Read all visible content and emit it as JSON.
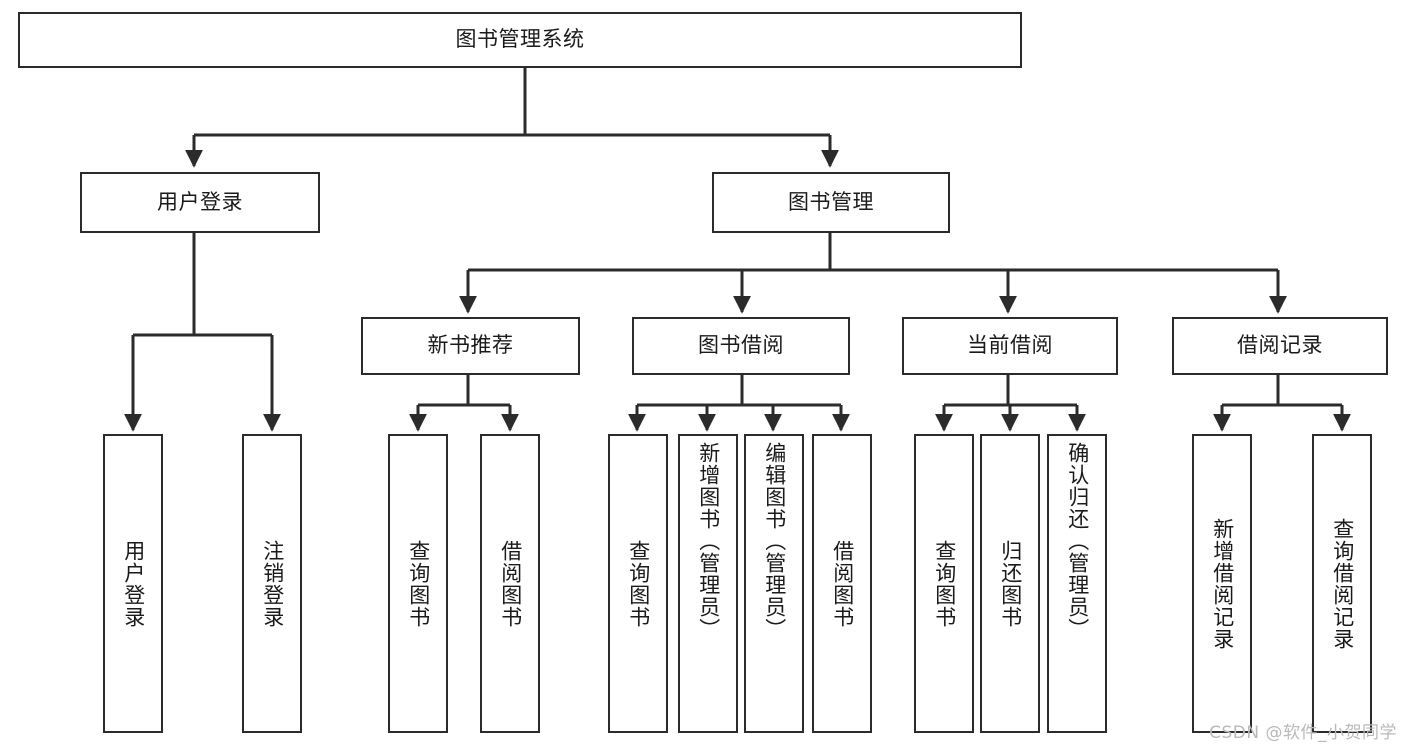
{
  "diagram": {
    "title": "图书管理系统",
    "watermark": "CSDN @软件_小贺同学",
    "stroke_color": "#2b2b2b",
    "background_color": "#ffffff",
    "nodes": {
      "root": {
        "label": "图书管理系统"
      },
      "level2": [
        {
          "id": "user-login",
          "label": "用户登录"
        },
        {
          "id": "book-manage",
          "label": "图书管理"
        }
      ],
      "level3": [
        {
          "id": "new-book-recommend",
          "label": "新书推荐"
        },
        {
          "id": "book-borrow",
          "label": "图书借阅"
        },
        {
          "id": "current-borrow",
          "label": "当前借阅"
        },
        {
          "id": "borrow-record",
          "label": "借阅记录"
        }
      ],
      "leaves": {
        "user-login": [
          {
            "id": "leaf-user-login",
            "label": "用户登录"
          },
          {
            "id": "leaf-logout",
            "label": "注销登录"
          }
        ],
        "new-book-recommend": [
          {
            "id": "leaf-query-book-1",
            "label": "查询图书"
          },
          {
            "id": "leaf-borrow-book-1",
            "label": "借阅图书"
          }
        ],
        "book-borrow": [
          {
            "id": "leaf-query-book-2",
            "label": "查询图书"
          },
          {
            "id": "leaf-add-book",
            "label": "新增图书（管理员）"
          },
          {
            "id": "leaf-edit-book",
            "label": "编辑图书（管理员）"
          },
          {
            "id": "leaf-borrow-book-2",
            "label": "借阅图书"
          }
        ],
        "current-borrow": [
          {
            "id": "leaf-query-book-3",
            "label": "查询图书"
          },
          {
            "id": "leaf-return-book",
            "label": "归还图书"
          },
          {
            "id": "leaf-confirm-return",
            "label": "确认归还（管理员）"
          }
        ],
        "borrow-record": [
          {
            "id": "leaf-add-record",
            "label": "新增借阅记录"
          },
          {
            "id": "leaf-query-record",
            "label": "查询借阅记录"
          }
        ]
      }
    }
  }
}
